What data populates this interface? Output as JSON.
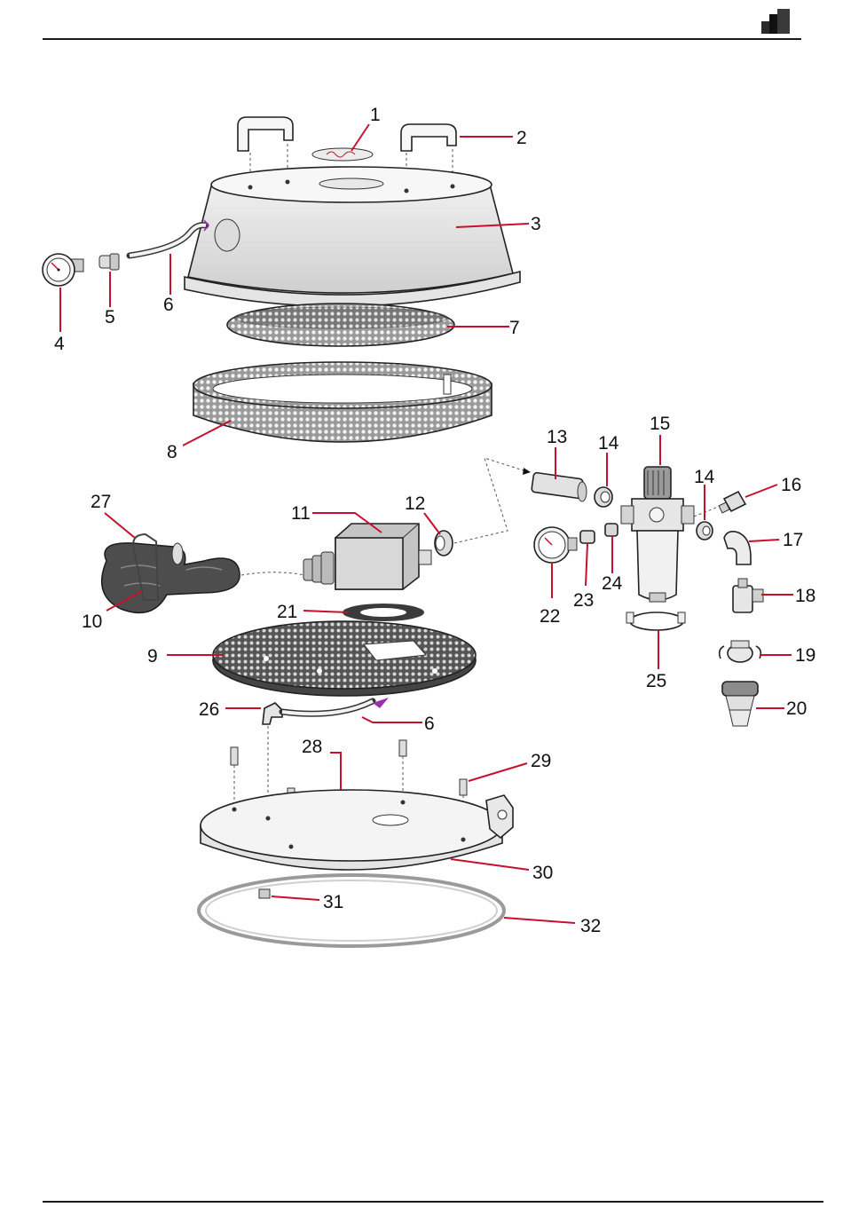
{
  "header": {
    "logo_icon": "brand-blocks-icon"
  },
  "colors": {
    "leader": "#c8102e",
    "arrow": "#9b2fae",
    "mesh": "#6b6b6b",
    "hose": "#555555"
  },
  "callouts": [
    {
      "label": "1"
    },
    {
      "label": "2"
    },
    {
      "label": "3"
    },
    {
      "label": "4"
    },
    {
      "label": "5"
    },
    {
      "label": "6"
    },
    {
      "label": "7"
    },
    {
      "label": "8"
    },
    {
      "label": "9"
    },
    {
      "label": "10"
    },
    {
      "label": "11"
    },
    {
      "label": "12"
    },
    {
      "label": "13"
    },
    {
      "label": "14"
    },
    {
      "label": "14"
    },
    {
      "label": "15"
    },
    {
      "label": "16"
    },
    {
      "label": "17"
    },
    {
      "label": "18"
    },
    {
      "label": "19"
    },
    {
      "label": "20"
    },
    {
      "label": "21"
    },
    {
      "label": "22"
    },
    {
      "label": "23"
    },
    {
      "label": "24"
    },
    {
      "label": "25"
    },
    {
      "label": "6"
    },
    {
      "label": "26"
    },
    {
      "label": "27"
    },
    {
      "label": "28"
    },
    {
      "label": "29"
    },
    {
      "label": "30"
    },
    {
      "label": "31"
    },
    {
      "label": "32"
    }
  ]
}
